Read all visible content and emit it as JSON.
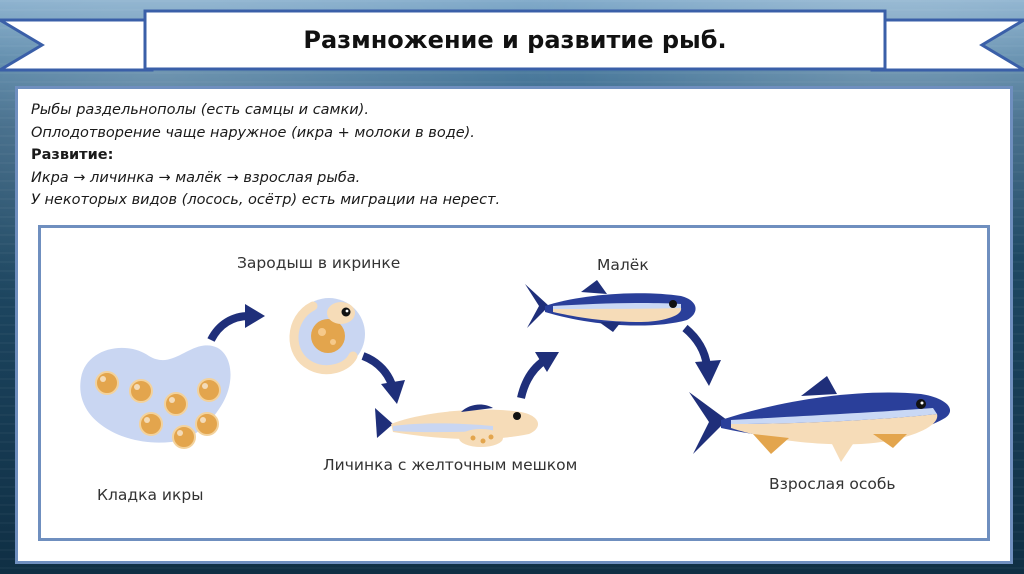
{
  "slide": {
    "title": "Размножение и развитие рыб."
  },
  "intro": {
    "line1": "Рыбы раздельнополы (есть самцы и самки).",
    "line2": "Оплодотворение чаще наружное (икра + молоки в воде).",
    "line3": "Развитие:",
    "line4": "Икра → личинка → малёк → взрослая рыба.",
    "line5": "У некоторых видов (лосось, осётр) есть миграции на нерест."
  },
  "diagram": {
    "stages": {
      "egg_clutch": "Кладка икры",
      "embryo": "Зародыш в икринке",
      "larva": "Личинка с желточным мешком",
      "fry": "Малёк",
      "adult": "Взрослая особь"
    }
  },
  "colors": {
    "frame_border": "#6f8fbf",
    "fish_dark": "#1f2f7a",
    "fish_mid": "#2a3f9a",
    "fish_belly": "#f6dcb8",
    "fish_stripe": "#c9d8f5",
    "egg_blob": "#c9d6f2",
    "egg": "#e3a54d",
    "arrow": "#1f2f7a"
  }
}
